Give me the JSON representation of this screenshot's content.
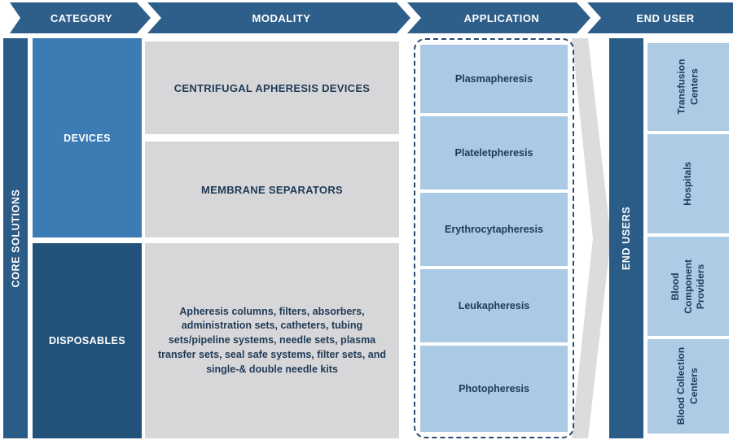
{
  "colors": {
    "header_blue": "#2E5F8A",
    "dark_blue": "#225179",
    "bar_blue": "#2A5C87",
    "medium_blue": "#3B7CB5",
    "light_blue": "#A9C9E4",
    "enduser_blue": "#AECBE6",
    "gray_box": "#D7D7D9",
    "funnel_gray": "#DCDCDC",
    "text_navy": "#1F3A56",
    "dashed_border": "#2A4A72",
    "white": "#FFFFFF"
  },
  "header": {
    "steps": [
      {
        "label": "CATEGORY"
      },
      {
        "label": "MODALITY"
      },
      {
        "label": "APPLICATION"
      },
      {
        "label": "END USER"
      }
    ]
  },
  "left_rail": {
    "label": "CORE SOLUTIONS"
  },
  "category": {
    "items": [
      {
        "label": "DEVICES"
      },
      {
        "label": "DISPOSABLES"
      }
    ]
  },
  "modality": {
    "items": [
      {
        "label": "CENTRIFUGAL APHERESIS DEVICES"
      },
      {
        "label": "MEMBRANE SEPARATORS"
      },
      {
        "label": "Apheresis columns, filters, absorbers, administration sets, catheters, tubing sets/pipeline systems, needle sets, plasma transfer sets, seal safe systems, filter sets, and single-& double needle kits"
      }
    ]
  },
  "application": {
    "items": [
      {
        "label": "Plasmapheresis"
      },
      {
        "label": "Plateletpheresis"
      },
      {
        "label": "Erythrocytapheresis"
      },
      {
        "label": "Leukapheresis"
      },
      {
        "label": "Photopheresis"
      }
    ]
  },
  "end_user": {
    "rail_label": "END USERS",
    "items": [
      {
        "label": "Transfusion Centers"
      },
      {
        "label": "Hospitals"
      },
      {
        "label": "Blood Component Providers"
      },
      {
        "label": "Blood Collection Centers"
      }
    ]
  }
}
